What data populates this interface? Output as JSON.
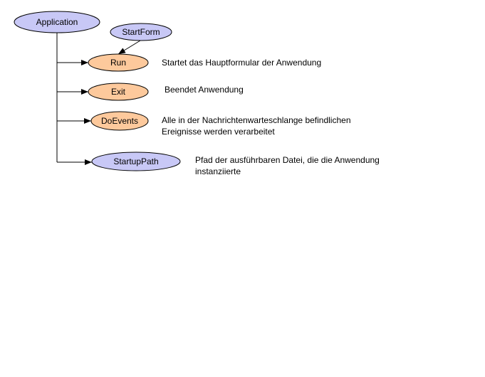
{
  "colors": {
    "class_node_fill": "#c8c8f6",
    "method_node_fill": "#fdc99c",
    "node_stroke": "#000000",
    "line": "#000000",
    "background": "#ffffff"
  },
  "nodes": {
    "application": {
      "label": "Application",
      "kind": "class"
    },
    "startform": {
      "label": "StartForm",
      "kind": "class"
    },
    "run": {
      "label": "Run",
      "kind": "method"
    },
    "exit": {
      "label": "Exit",
      "kind": "method"
    },
    "doevents": {
      "label": "DoEvents",
      "kind": "method"
    },
    "startuppath": {
      "label": "StartupPath",
      "kind": "class"
    }
  },
  "descriptions": {
    "run": [
      "Startet das Hauptformular der Anwendung"
    ],
    "exit": [
      "Beendet Anwendung"
    ],
    "doevents": [
      "Alle in der Nachrichtenwarteschlange befindlichen",
      "Ereignisse werden verarbeitet"
    ],
    "startuppath": [
      "Pfad der ausführbaren Datei, die die Anwendung",
      "instanziierte"
    ]
  }
}
